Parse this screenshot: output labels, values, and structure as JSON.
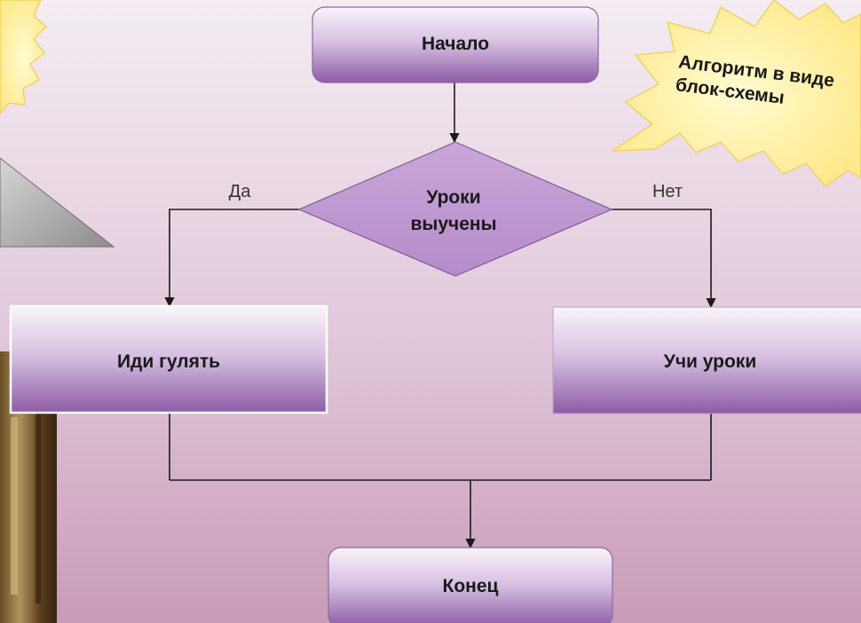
{
  "flowchart": {
    "start_label": "Начало",
    "decision_line1": "Уроки",
    "decision_line2": "выучены",
    "yes_label": "Да",
    "no_label": "Нет",
    "yes_action": "Иди гулять",
    "no_action": "Учи уроки",
    "end_label": "Конец"
  },
  "callout": {
    "line1": "Алгоритм в виде",
    "line2": "блок-схемы"
  },
  "colors": {
    "background_top": "#f3ebf2",
    "background_bottom": "#c99bb8",
    "box_light": "#f7f1f8",
    "box_dark": "#8f5ea8",
    "diamond_fill": "#c09ad2",
    "connector": "#1a1a1a",
    "callout_fill": "#fff3a2",
    "callout_edge": "#f0d260"
  }
}
